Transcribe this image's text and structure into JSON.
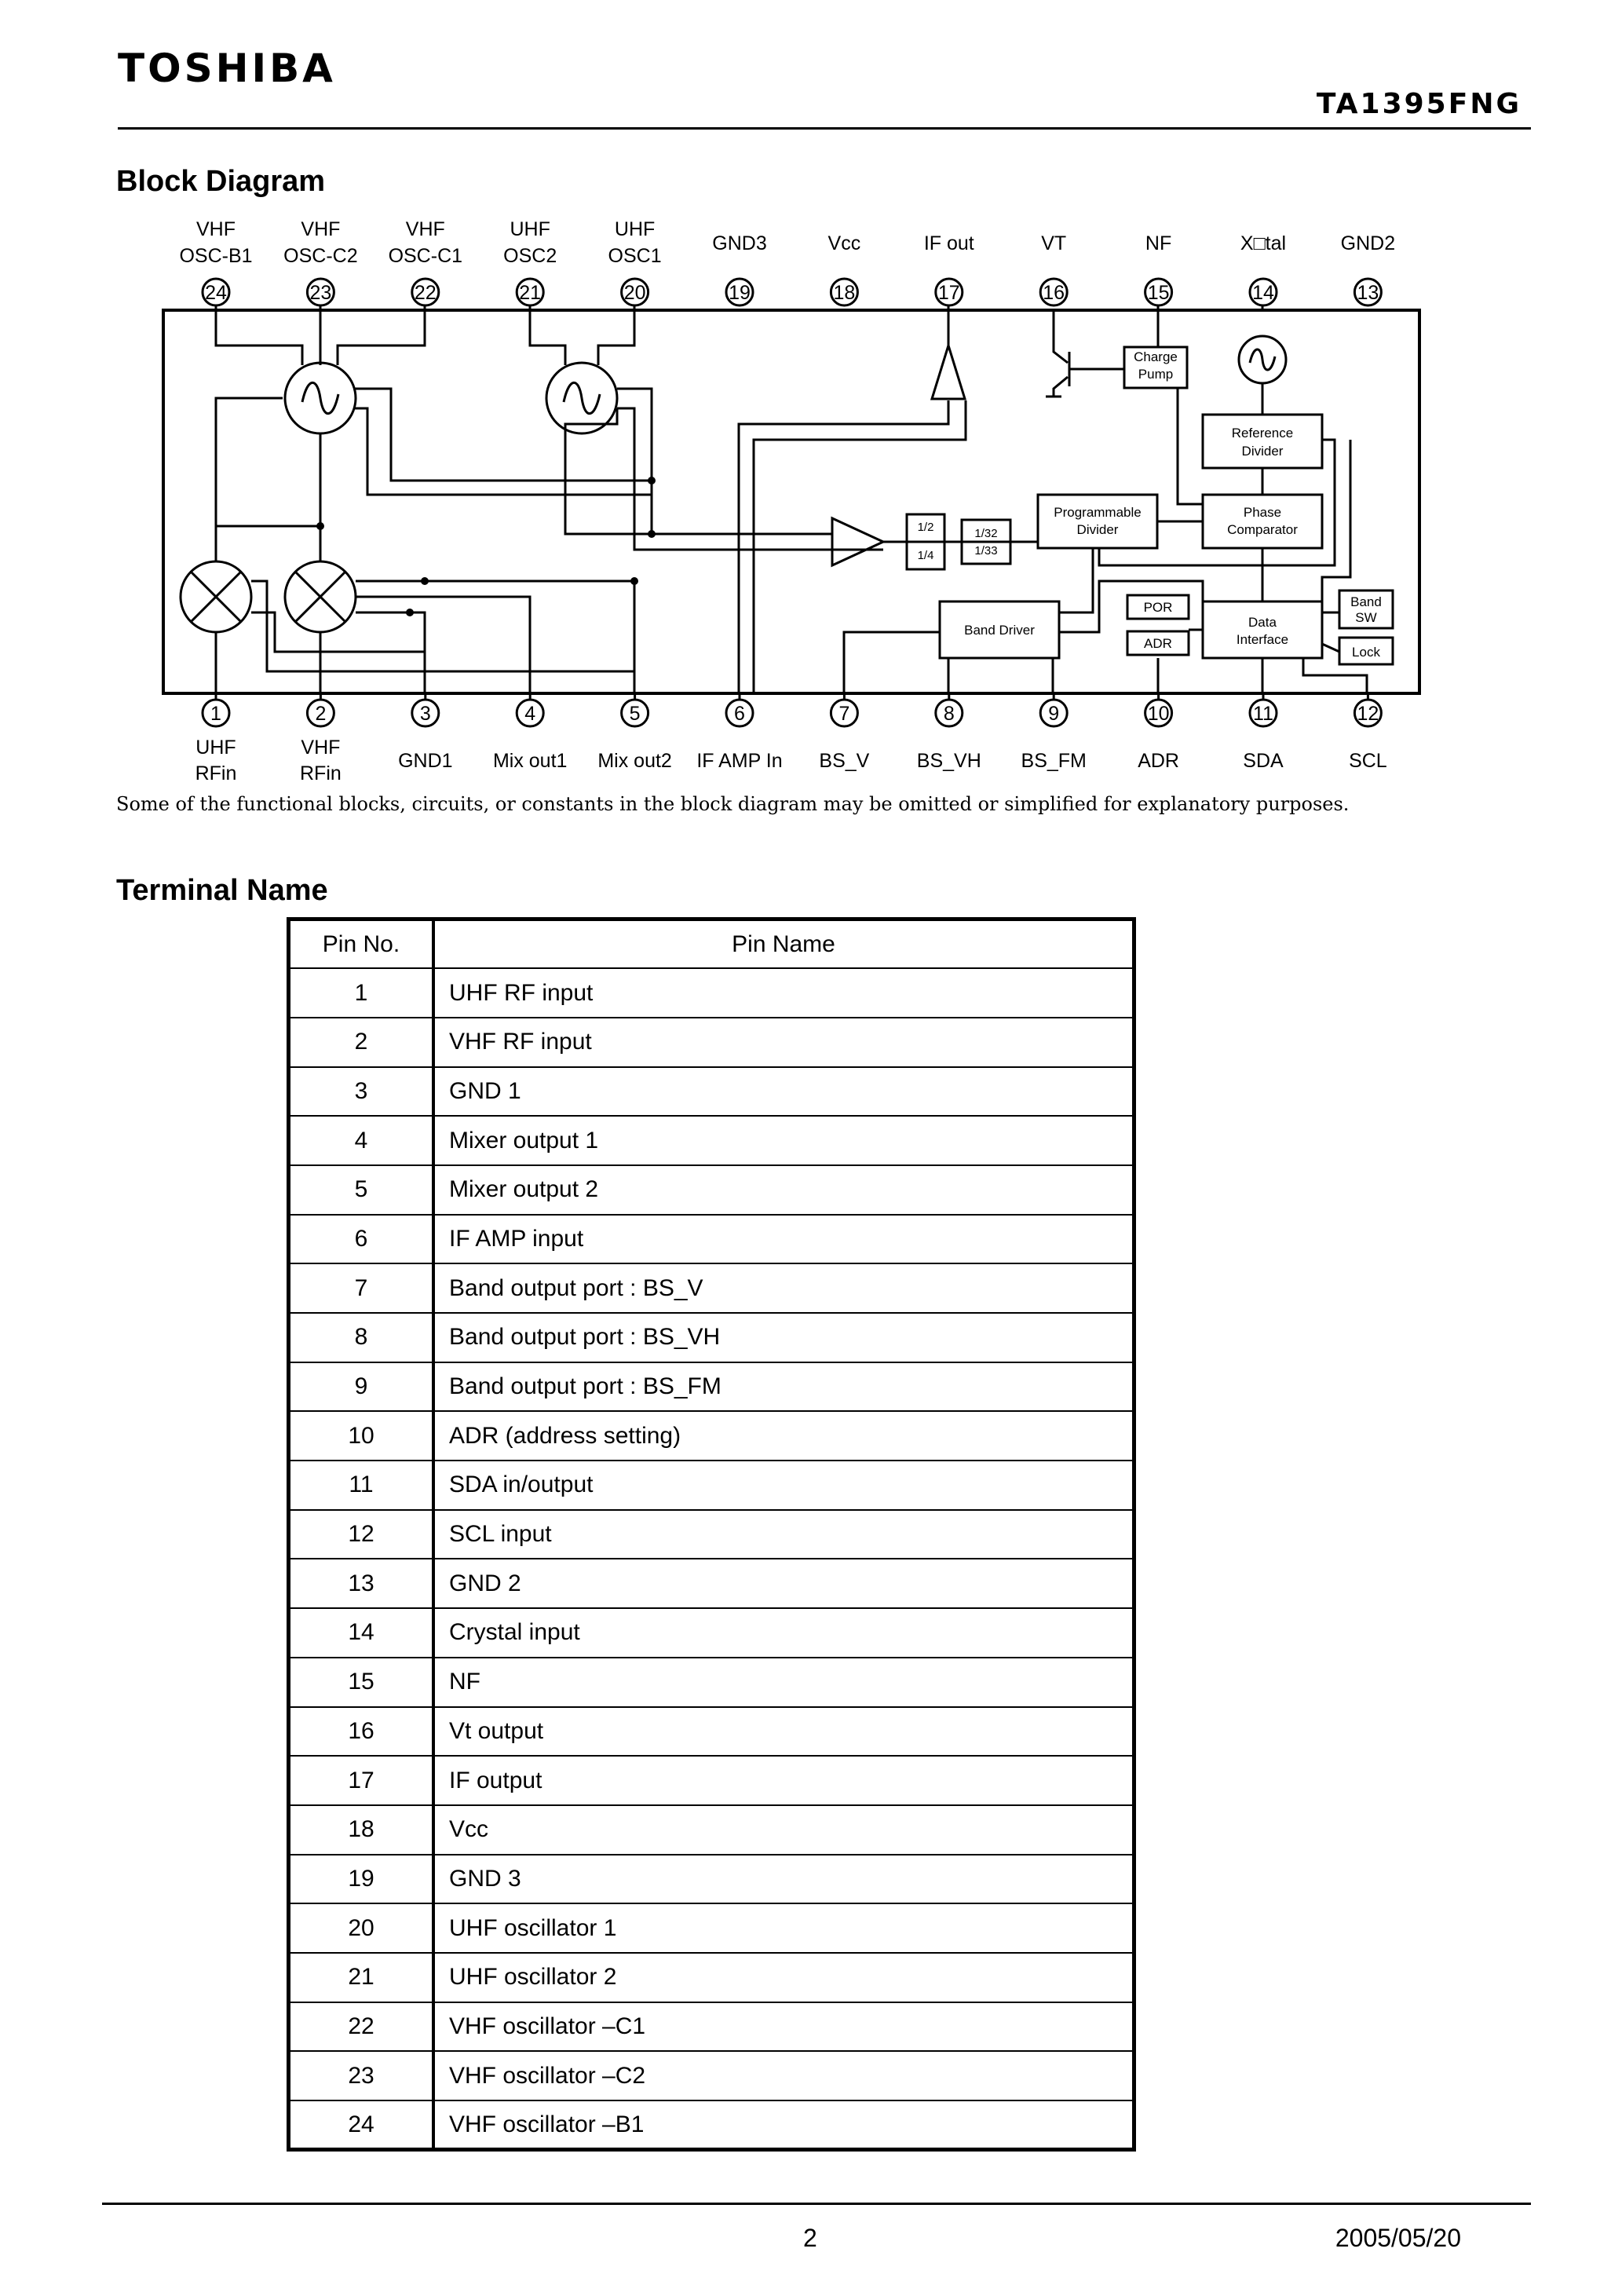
{
  "header": {
    "brand": "TOSHIBA",
    "part_number": "TA1395FNG"
  },
  "sections": {
    "block_diagram": "Block Diagram",
    "terminal_name": "Terminal Name"
  },
  "diagram": {
    "top_pins": [
      {
        "num": "24",
        "label1": "VHF",
        "label2": "OSC-B1"
      },
      {
        "num": "23",
        "label1": "VHF",
        "label2": "OSC-C2"
      },
      {
        "num": "22",
        "label1": "VHF",
        "label2": "OSC-C1"
      },
      {
        "num": "21",
        "label1": "UHF",
        "label2": "OSC2"
      },
      {
        "num": "20",
        "label1": "UHF",
        "label2": "OSC1"
      },
      {
        "num": "19",
        "label1": "",
        "label2": "GND3"
      },
      {
        "num": "18",
        "label1": "",
        "label2": "Vcc"
      },
      {
        "num": "17",
        "label1": "",
        "label2": "IF out"
      },
      {
        "num": "16",
        "label1": "",
        "label2": "VT"
      },
      {
        "num": "15",
        "label1": "",
        "label2": "NF"
      },
      {
        "num": "14",
        "label1": "",
        "label2": "X□tal"
      },
      {
        "num": "13",
        "label1": "",
        "label2": "GND2"
      }
    ],
    "bottom_pins": [
      {
        "num": "1",
        "label1": "UHF",
        "label2": "RFin"
      },
      {
        "num": "2",
        "label1": "VHF",
        "label2": "RFin"
      },
      {
        "num": "3",
        "label1": "GND1",
        "label2": ""
      },
      {
        "num": "4",
        "label1": "Mix out1",
        "label2": ""
      },
      {
        "num": "5",
        "label1": "Mix out2",
        "label2": ""
      },
      {
        "num": "6",
        "label1": "IF AMP In",
        "label2": ""
      },
      {
        "num": "7",
        "label1": "BS_V",
        "label2": ""
      },
      {
        "num": "8",
        "label1": "BS_VH",
        "label2": ""
      },
      {
        "num": "9",
        "label1": "BS_FM",
        "label2": ""
      },
      {
        "num": "10",
        "label1": "ADR",
        "label2": ""
      },
      {
        "num": "11",
        "label1": "SDA",
        "label2": ""
      },
      {
        "num": "12",
        "label1": "SCL",
        "label2": ""
      }
    ],
    "blocks": {
      "charge_pump_1": "Charge",
      "charge_pump_2": "Pump",
      "ref_div_1": "Reference",
      "ref_div_2": "Divider",
      "prog_div_1": "Programmable",
      "prog_div_2": "Divider",
      "phase_comp_1": "Phase",
      "phase_comp_2": "Comparator",
      "div_half": "1/2",
      "div_quarter": "1/4",
      "div_32": "1/32",
      "div_33": "1/33",
      "band_driver": "Band Driver",
      "por": "POR",
      "adr": "ADR",
      "data_if_1": "Data",
      "data_if_2": "Interface",
      "band_sw_1": "Band",
      "band_sw_2": "SW",
      "lock": "Lock"
    },
    "note": "Some of the functional blocks, circuits, or constants in the block diagram may be omitted or simplified for explanatory purposes."
  },
  "table": {
    "headers": [
      "Pin No.",
      "Pin Name"
    ],
    "rows": [
      [
        "1",
        "UHF RF input"
      ],
      [
        "2",
        "VHF RF input"
      ],
      [
        "3",
        "GND 1"
      ],
      [
        "4",
        "Mixer output 1"
      ],
      [
        "5",
        "Mixer output 2"
      ],
      [
        "6",
        "IF AMP input"
      ],
      [
        "7",
        "Band output port : BS_V"
      ],
      [
        "8",
        "Band output port : BS_VH"
      ],
      [
        "9",
        "Band output port : BS_FM"
      ],
      [
        "10",
        "ADR (address setting)"
      ],
      [
        "11",
        "SDA in/output"
      ],
      [
        "12",
        "SCL input"
      ],
      [
        "13",
        "GND 2"
      ],
      [
        "14",
        "Crystal input"
      ],
      [
        "15",
        "NF"
      ],
      [
        "16",
        "Vt output"
      ],
      [
        "17",
        "IF output"
      ],
      [
        "18",
        "Vcc"
      ],
      [
        "19",
        "GND 3"
      ],
      [
        "20",
        "UHF oscillator 1"
      ],
      [
        "21",
        "UHF oscillator 2"
      ],
      [
        "22",
        "VHF oscillator –C1"
      ],
      [
        "23",
        "VHF oscillator –C2"
      ],
      [
        "24",
        "VHF oscillator –B1"
      ]
    ]
  },
  "footer": {
    "page": "2",
    "date": "2005/05/20"
  }
}
